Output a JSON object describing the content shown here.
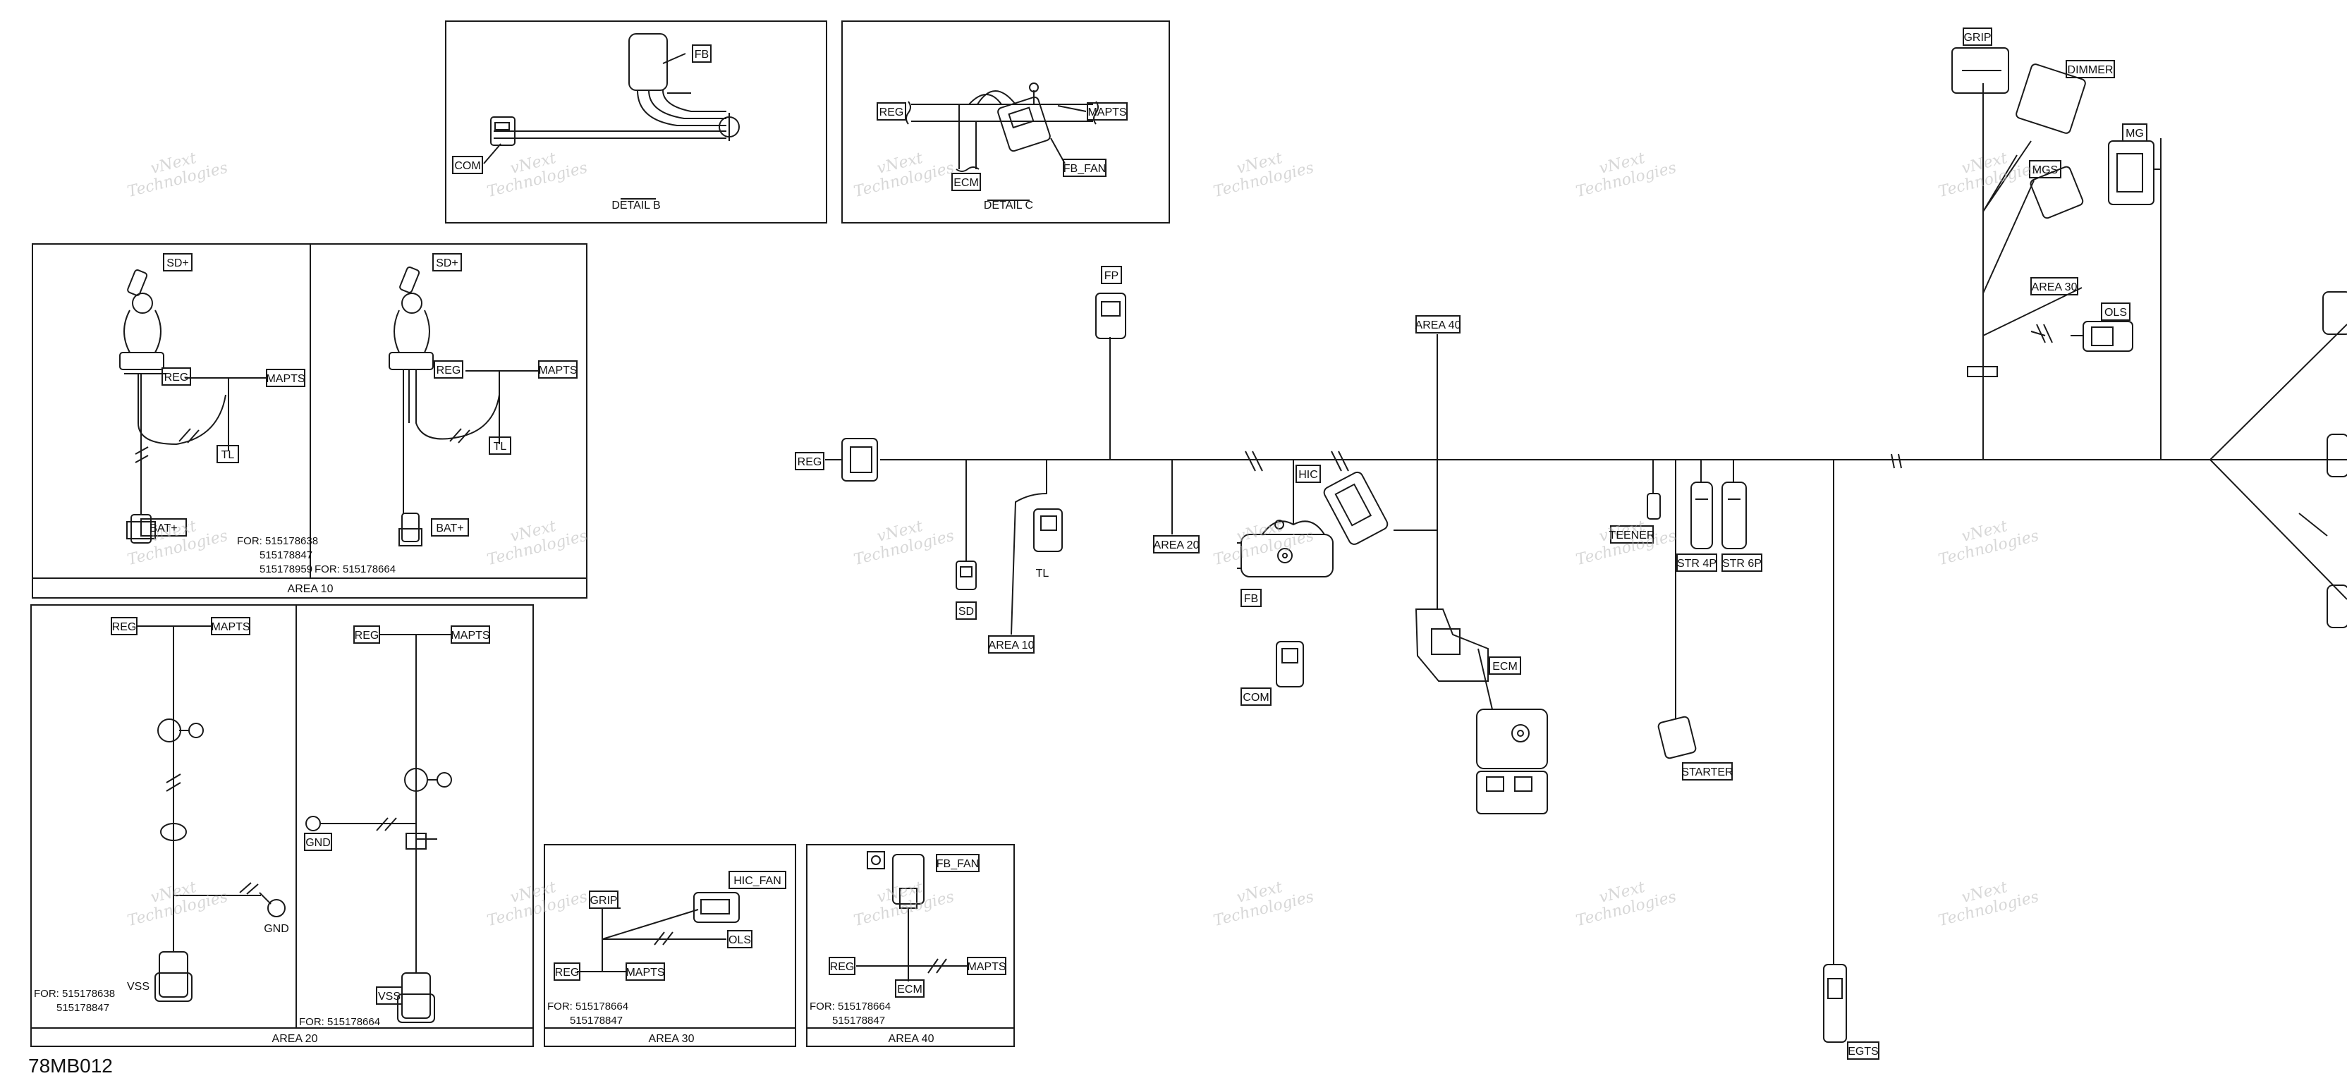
{
  "diagram_id": "78MB012",
  "watermark": {
    "line1": "vNext",
    "line2": "Technologies",
    "full": "vNext Technologies"
  },
  "details": {
    "detail_b": "DETAIL B",
    "detail_c": "DETAIL C"
  },
  "areas": {
    "area10": "AREA 10",
    "area20": "AREA 20",
    "area30": "AREA 30",
    "area40": "AREA 40"
  },
  "connectors": {
    "fb": "FB",
    "com": "COM",
    "reg": "REG",
    "mapts": "MAPTS",
    "ecm": "ECM",
    "fb_fan": "FB_FAN",
    "sd_plus": "SD+",
    "tl": "TL",
    "bat_plus": "BAT+",
    "gnd": "GND",
    "vss": "VSS",
    "grip": "GRIP",
    "hic_fan": "HIC_FAN",
    "ols": "OLS",
    "fp": "FP",
    "sd": "SD",
    "hic": "HIC",
    "dimmer": "DIMMER",
    "mg": "MG",
    "mgs": "MGS",
    "str4p": "STR 4P",
    "str6p": "STR 6P",
    "starter": "STARTER",
    "egts": "EGTS",
    "teener": "TEENER"
  },
  "notes": {
    "area10_left": [
      "FOR: 515178638",
      "515178847",
      "515178959"
    ],
    "area10_right": [
      "FOR: 515178664"
    ],
    "area20_left": [
      "FOR: 515178638",
      "515178847"
    ],
    "area20_right": [
      "FOR: 515178664"
    ],
    "area30": [
      "FOR: 515178664",
      "515178847"
    ],
    "area40": [
      "FOR: 515178664",
      "515178847"
    ]
  }
}
